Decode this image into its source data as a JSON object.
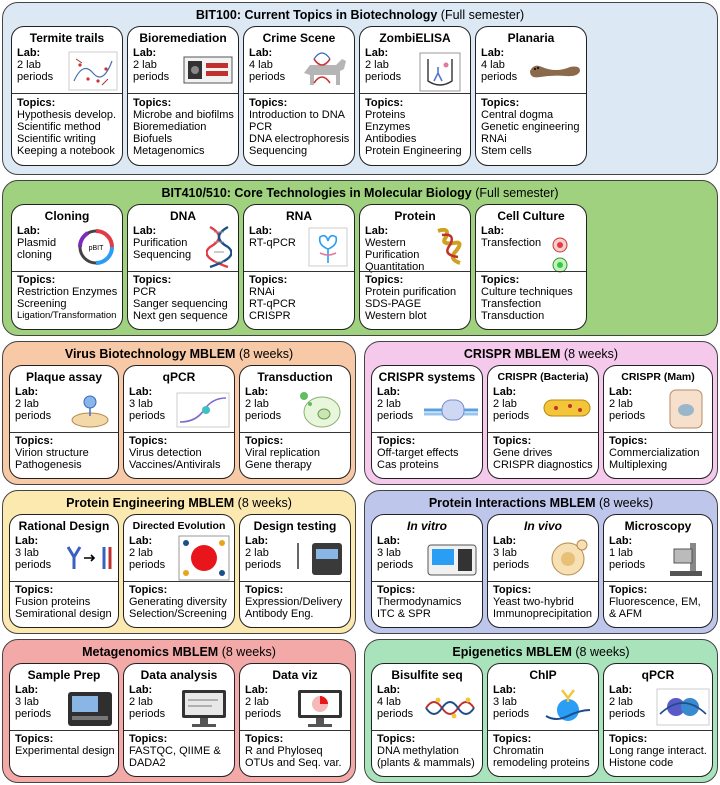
{
  "sections": {
    "bit100": {
      "title": "BIT100: Current Topics in Biotechnology",
      "duration": "(Full semester)",
      "cards": [
        {
          "title": "Termite trails",
          "lab": [
            "2 lab",
            "periods"
          ],
          "topics": [
            "Hypothesis develop.",
            "Scientific method",
            "Scientific writing",
            "Keeping a notebook"
          ]
        },
        {
          "title": "Bioremediation",
          "lab": [
            "2 lab",
            "periods"
          ],
          "topics": [
            "Microbe and biofilms",
            "Bioremediation",
            "Biofuels",
            "Metagenomics"
          ]
        },
        {
          "title": "Crime Scene",
          "lab": [
            "4 lab",
            "periods"
          ],
          "topics": [
            "Introduction to DNA",
            "PCR",
            "DNA electrophoresis",
            "Sequencing"
          ]
        },
        {
          "title": "ZombiELISA",
          "lab": [
            "2 lab",
            "periods"
          ],
          "topics": [
            "Proteins",
            "Enzymes",
            "Antibodies",
            "Protein Engineering"
          ]
        },
        {
          "title": "Planaria",
          "lab": [
            "4 lab",
            "periods"
          ],
          "topics": [
            "Central dogma",
            "Genetic engineering",
            "RNAi",
            "Stem cells"
          ]
        }
      ]
    },
    "bit410": {
      "title": "BIT410/510: Core Technologies in Molecular Biology",
      "duration": "(Full semester)",
      "cards": [
        {
          "title": "Cloning",
          "lab": [
            "Plasmid",
            "cloning"
          ],
          "plasmid": "pBIT",
          "topics": [
            "Restriction Enzymes",
            "Screening",
            "Ligation/Transformation"
          ]
        },
        {
          "title": "DNA",
          "lab": [
            "Purification",
            "Sequencing"
          ],
          "topics": [
            "PCR",
            "Sanger sequencing",
            "Next gen sequence"
          ]
        },
        {
          "title": "RNA",
          "lab": [
            "RT-qPCR"
          ],
          "topics": [
            "RNAi",
            "RT-qPCR",
            "CRISPR"
          ]
        },
        {
          "title": "Protein",
          "lab": [
            "Western",
            "Purification",
            "Quantitation"
          ],
          "topics": [
            "Protein purification",
            "SDS-PAGE",
            "Western blot"
          ]
        },
        {
          "title": "Cell Culture",
          "lab": [
            "Transfection"
          ],
          "topics": [
            "Culture techniques",
            "Transfection",
            "Transduction"
          ]
        }
      ]
    },
    "virus": {
      "title": "Virus Biotechnology MBLEM",
      "duration": "(8 weeks)",
      "cards": [
        {
          "title": "Plaque assay",
          "lab": [
            "2 lab",
            "periods"
          ],
          "topics": [
            "Virion structure",
            "Pathogenesis"
          ]
        },
        {
          "title": "qPCR",
          "lab": [
            "3 lab",
            "periods"
          ],
          "topics": [
            "Virus detection",
            "Vaccines/Antivirals"
          ]
        },
        {
          "title": "Transduction",
          "lab": [
            "2 lab",
            "periods"
          ],
          "topics": [
            "Viral replication",
            "Gene therapy"
          ]
        }
      ]
    },
    "crispr": {
      "title": "CRISPR MBLEM",
      "duration": "(8 weeks)",
      "cards": [
        {
          "title": "CRISPR systems",
          "lab": [
            "2 lab",
            "periods"
          ],
          "topics": [
            "Off-target effects",
            "Cas proteins"
          ]
        },
        {
          "title": "CRISPR (Bacteria)",
          "lab": [
            "2 lab",
            "periods"
          ],
          "topics": [
            "Gene drives",
            "CRISPR diagnostics"
          ]
        },
        {
          "title": "CRISPR (Mam)",
          "lab": [
            "2 lab",
            "periods"
          ],
          "topics": [
            "Commercialization",
            "Multiplexing"
          ]
        }
      ]
    },
    "proteng": {
      "title": "Protein Engineering MBLEM",
      "duration": "(8 weeks)",
      "cards": [
        {
          "title": "Rational Design",
          "lab": [
            "3 lab",
            "periods"
          ],
          "topics": [
            "Fusion proteins",
            "Semirational design"
          ]
        },
        {
          "title": "Directed Evolution",
          "lab": [
            "2 lab",
            "periods"
          ],
          "topics": [
            "Generating diversity",
            "Selection/Screening"
          ]
        },
        {
          "title": "Design testing",
          "lab": [
            "2 lab",
            "periods"
          ],
          "topics": [
            "Expression/Delivery",
            "Antibody Eng."
          ]
        }
      ]
    },
    "protint": {
      "title": "Protein Interactions MBLEM",
      "duration": "(8 weeks)",
      "cards": [
        {
          "title": "In vitro",
          "lab": [
            "3 lab",
            "periods"
          ],
          "topics": [
            "Thermodynamics",
            "ITC & SPR"
          ]
        },
        {
          "title": "In vivo",
          "lab": [
            "3 lab",
            "periods"
          ],
          "topics": [
            "Yeast two-hybrid",
            "Immunoprecipitation"
          ]
        },
        {
          "title": "Microscopy",
          "lab": [
            "1 lab",
            "periods"
          ],
          "topics": [
            "Fluorescence, EM,",
            "& AFM"
          ]
        }
      ]
    },
    "metagen": {
      "title": "Metagenomics MBLEM",
      "duration": "(8 weeks)",
      "cards": [
        {
          "title": "Sample Prep",
          "lab": [
            "3 lab",
            "periods"
          ],
          "topics": [
            "Experimental design"
          ]
        },
        {
          "title": "Data analysis",
          "lab": [
            "2 lab",
            "periods"
          ],
          "topics": [
            "FASTQC, QIIME &",
            "DADA2"
          ]
        },
        {
          "title": "Data viz",
          "lab": [
            "2 lab",
            "periods"
          ],
          "topics": [
            "R and Phyloseq",
            "OTUs and Seq. var."
          ]
        }
      ]
    },
    "epigen": {
      "title": "Epigenetics MBLEM",
      "duration": "(8 weeks)",
      "cards": [
        {
          "title": "Bisulfite seq",
          "lab": [
            "4 lab",
            "periods"
          ],
          "topics": [
            "DNA methylation",
            "(plants & mammals)"
          ]
        },
        {
          "title": "ChIP",
          "lab": [
            "3 lab",
            "periods"
          ],
          "topics": [
            "Chromatin",
            "remodeling proteins"
          ]
        },
        {
          "title": "qPCR",
          "lab": [
            "2 lab",
            "periods"
          ],
          "topics": [
            "Long range interact.",
            "Histone code"
          ]
        }
      ]
    }
  },
  "labels": {
    "lab": "Lab:",
    "topics": "Topics:"
  },
  "colors": {
    "bit100_bg": "#dce9f5",
    "bit410_bg": "#9fd17f",
    "virus_bg": "#f7c9a6",
    "crispr_bg": "#f5c9ec",
    "proteng_bg": "#fbe9b0",
    "protint_bg": "#bfc6ec",
    "metagen_bg": "#f4a9a9",
    "epigen_bg": "#a9e3bc"
  }
}
